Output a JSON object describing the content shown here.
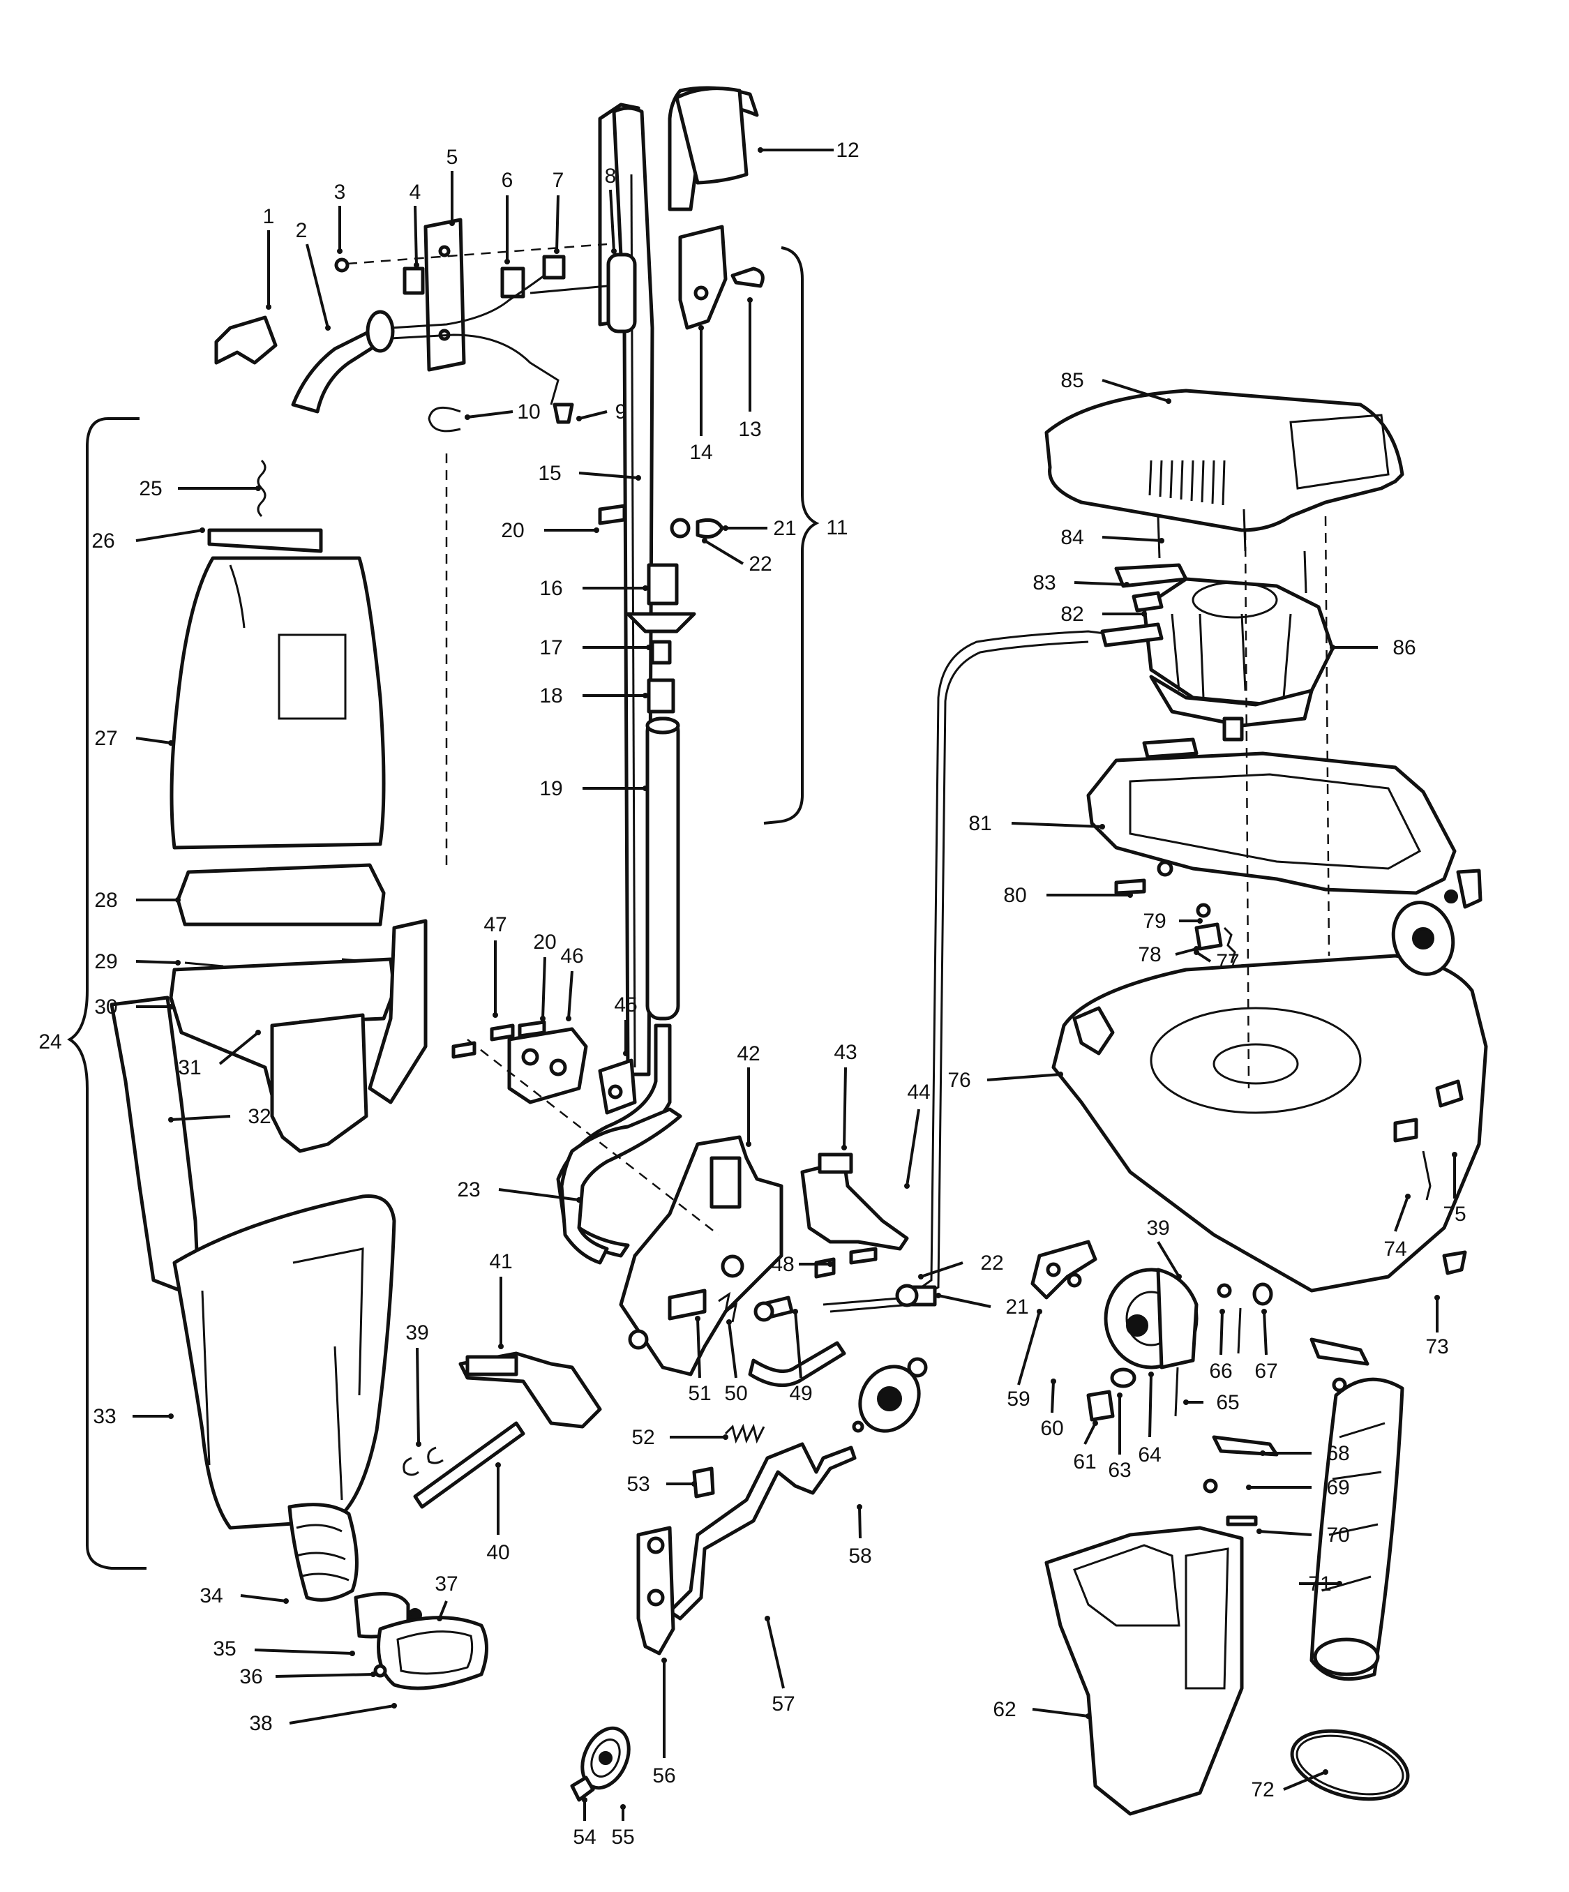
{
  "diagram": {
    "callouts": [
      "1",
      "2",
      "3",
      "4",
      "5",
      "6",
      "7",
      "8",
      "9",
      "10",
      "11",
      "12",
      "13",
      "14",
      "15",
      "16",
      "17",
      "18",
      "19",
      "20",
      "21",
      "22",
      "23",
      "24",
      "25",
      "26",
      "27",
      "28",
      "29",
      "30",
      "31",
      "32",
      "33",
      "34",
      "35",
      "36",
      "37",
      "38",
      "39",
      "40",
      "41",
      "42",
      "43",
      "44",
      "45",
      "46",
      "47",
      "48",
      "49",
      "50",
      "51",
      "52",
      "53",
      "54",
      "55",
      "56",
      "57",
      "58",
      "59",
      "60",
      "61",
      "62",
      "63",
      "64",
      "65",
      "66",
      "67",
      "68",
      "69",
      "70",
      "71",
      "72",
      "73",
      "74",
      "75",
      "76",
      "77",
      "78",
      "79",
      "80",
      "81",
      "82",
      "83",
      "84",
      "85",
      "86"
    ],
    "repeated_callouts": {
      "20b": "20",
      "21b": "21",
      "22b": "22",
      "39b": "39"
    },
    "line_color": "#111111",
    "background": "#ffffff"
  }
}
